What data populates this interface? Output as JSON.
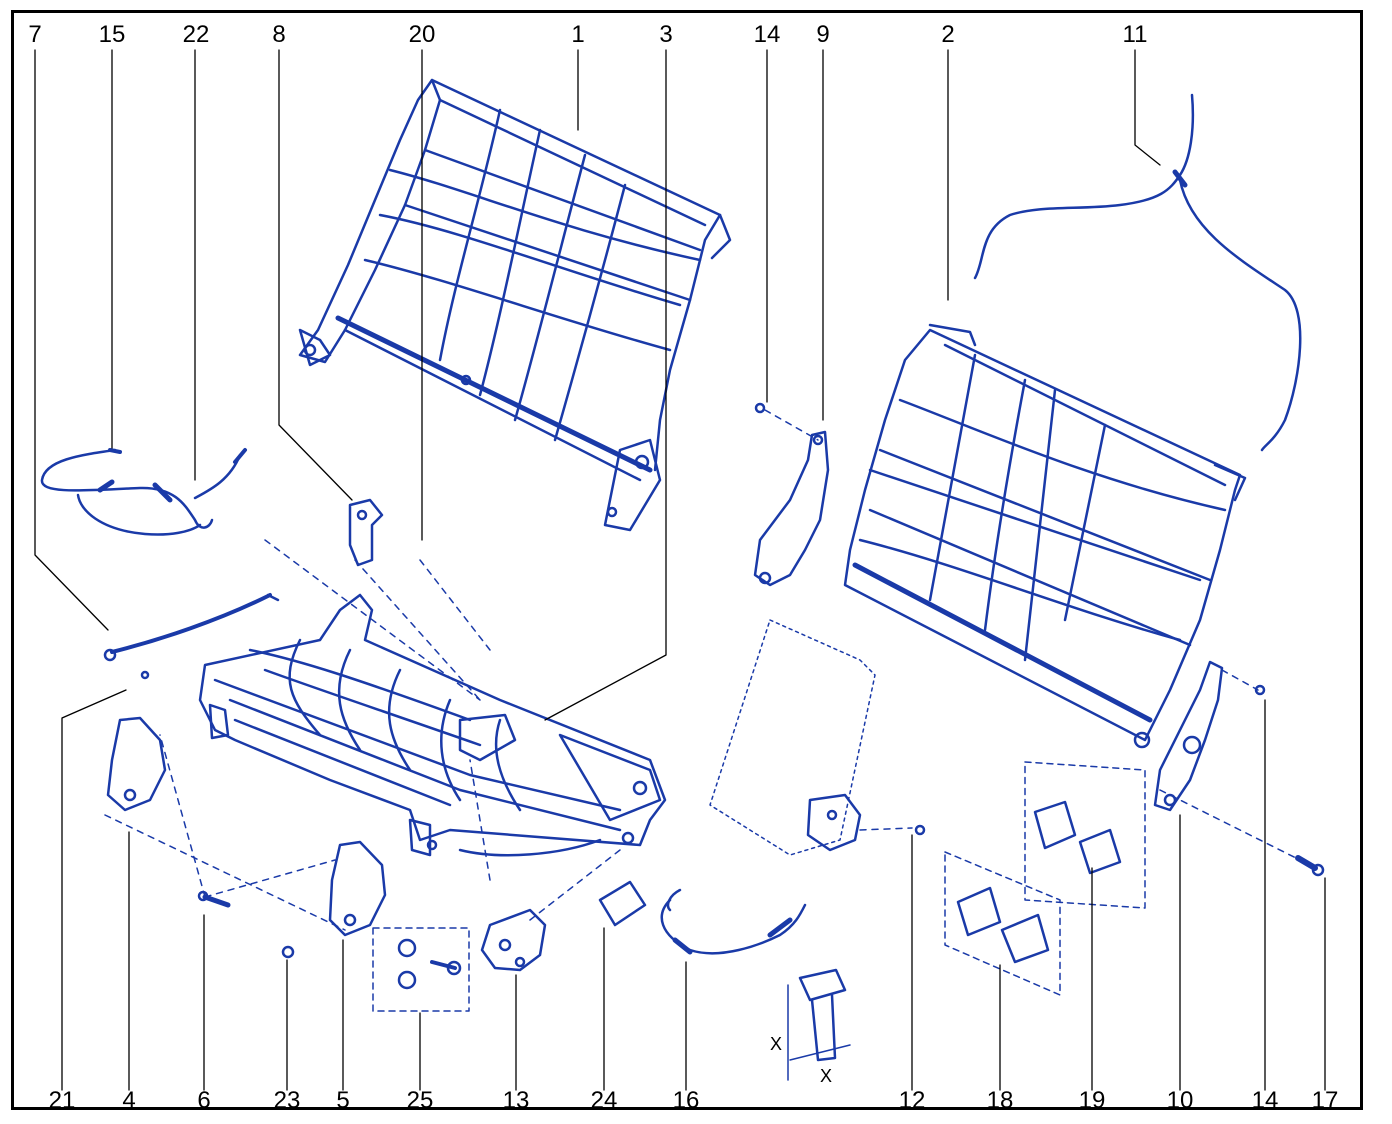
{
  "colors": {
    "line": "#1a3aa8",
    "text": "#000000",
    "frame": "#000000"
  },
  "callouts_top": [
    "7",
    "15",
    "22",
    "8",
    "20",
    "1",
    "3",
    "14",
    "9",
    "2",
    "11"
  ],
  "callouts_bottom": [
    "21",
    "4",
    "6",
    "23",
    "5",
    "25",
    "13",
    "24",
    "16",
    "12",
    "18",
    "19",
    "10",
    "14",
    "17"
  ],
  "dimension_labels": {
    "vertical": "X",
    "horizontal": "X"
  }
}
